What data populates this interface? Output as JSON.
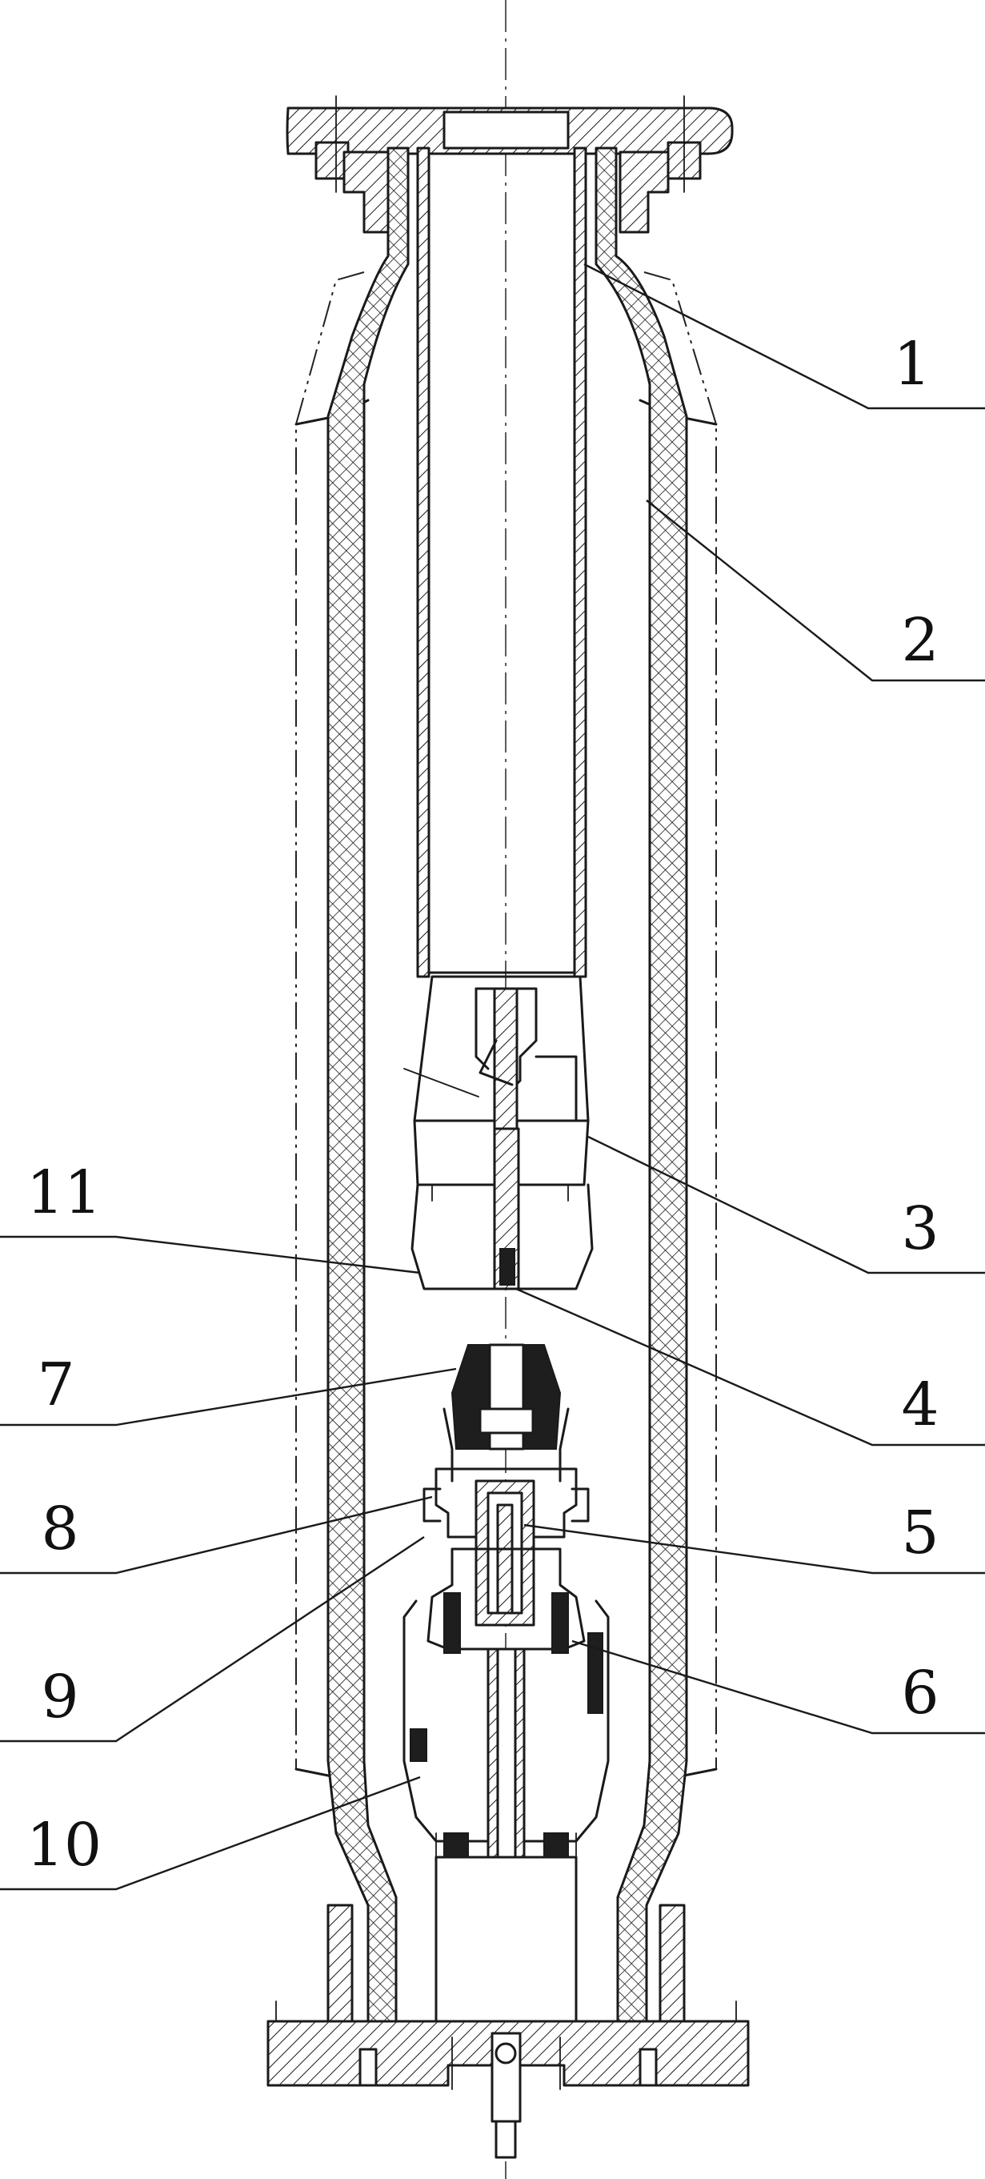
{
  "figure": {
    "callouts": [
      {
        "id": "1",
        "text": "1"
      },
      {
        "id": "2",
        "text": "2"
      },
      {
        "id": "3",
        "text": "3"
      },
      {
        "id": "4",
        "text": "4"
      },
      {
        "id": "5",
        "text": "5"
      },
      {
        "id": "6",
        "text": "6"
      },
      {
        "id": "7",
        "text": "7"
      },
      {
        "id": "8",
        "text": "8"
      },
      {
        "id": "9",
        "text": "9"
      },
      {
        "id": "10",
        "text": "10"
      },
      {
        "id": "11",
        "text": "11"
      }
    ]
  }
}
